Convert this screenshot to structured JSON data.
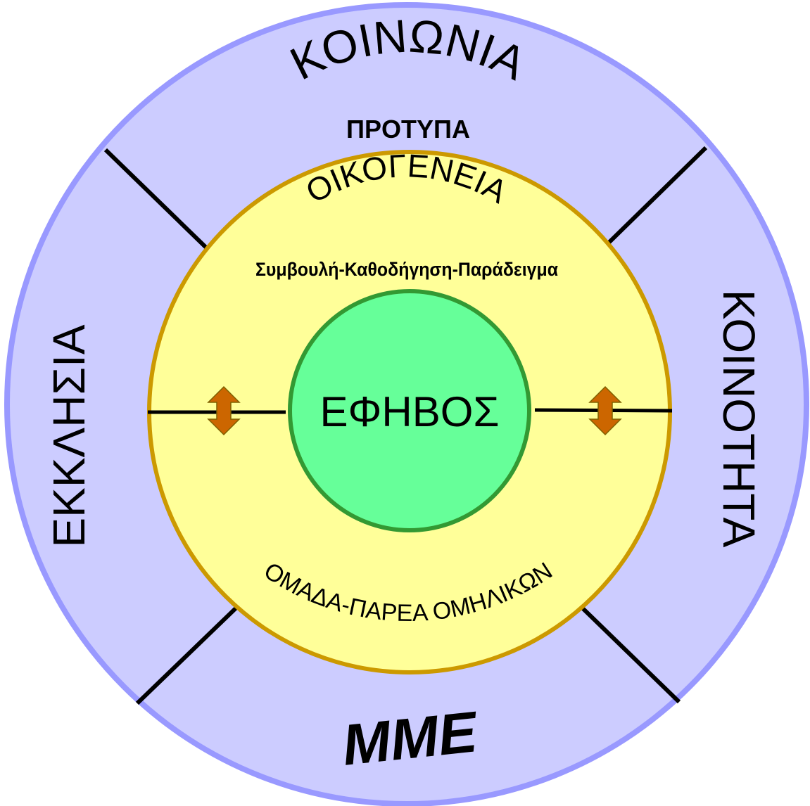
{
  "outer_ring": {
    "top_label": "ΚΟΙΝΩΝΙΑ",
    "top_sublabel": "ΠΡΟΤΥΠΑ",
    "right_label": "ΚΟΙΝΟΤΗΤΑ",
    "left_label": "ΕΚΚΛΗΣΙΑ",
    "bottom_label": "ΜΜΕ"
  },
  "middle_ring": {
    "top_label": "ΟΙΚΟΓΕΝΕΙΑ",
    "top_sublabel": "Συμβουλή-Καθοδήγηση-Παράδειγμα",
    "bottom_label": "ΟΜΑΔΑ-ΠΑΡΕΑ ΟΜΗΛΙΚΩΝ"
  },
  "center": {
    "label": "ΕΦΗΒΟΣ"
  },
  "colors": {
    "outer_fill": "#ccccff",
    "outer_stroke": "#9999ff",
    "middle_fill": "#ffff99",
    "middle_stroke": "#cc9900",
    "center_fill": "#66ff99",
    "center_stroke": "#339933",
    "arrow_fill": "#cc6600",
    "divider": "#000000"
  },
  "arrows": [
    {
      "icon": "double-arrow-vertical-icon"
    },
    {
      "icon": "double-arrow-vertical-icon"
    }
  ]
}
